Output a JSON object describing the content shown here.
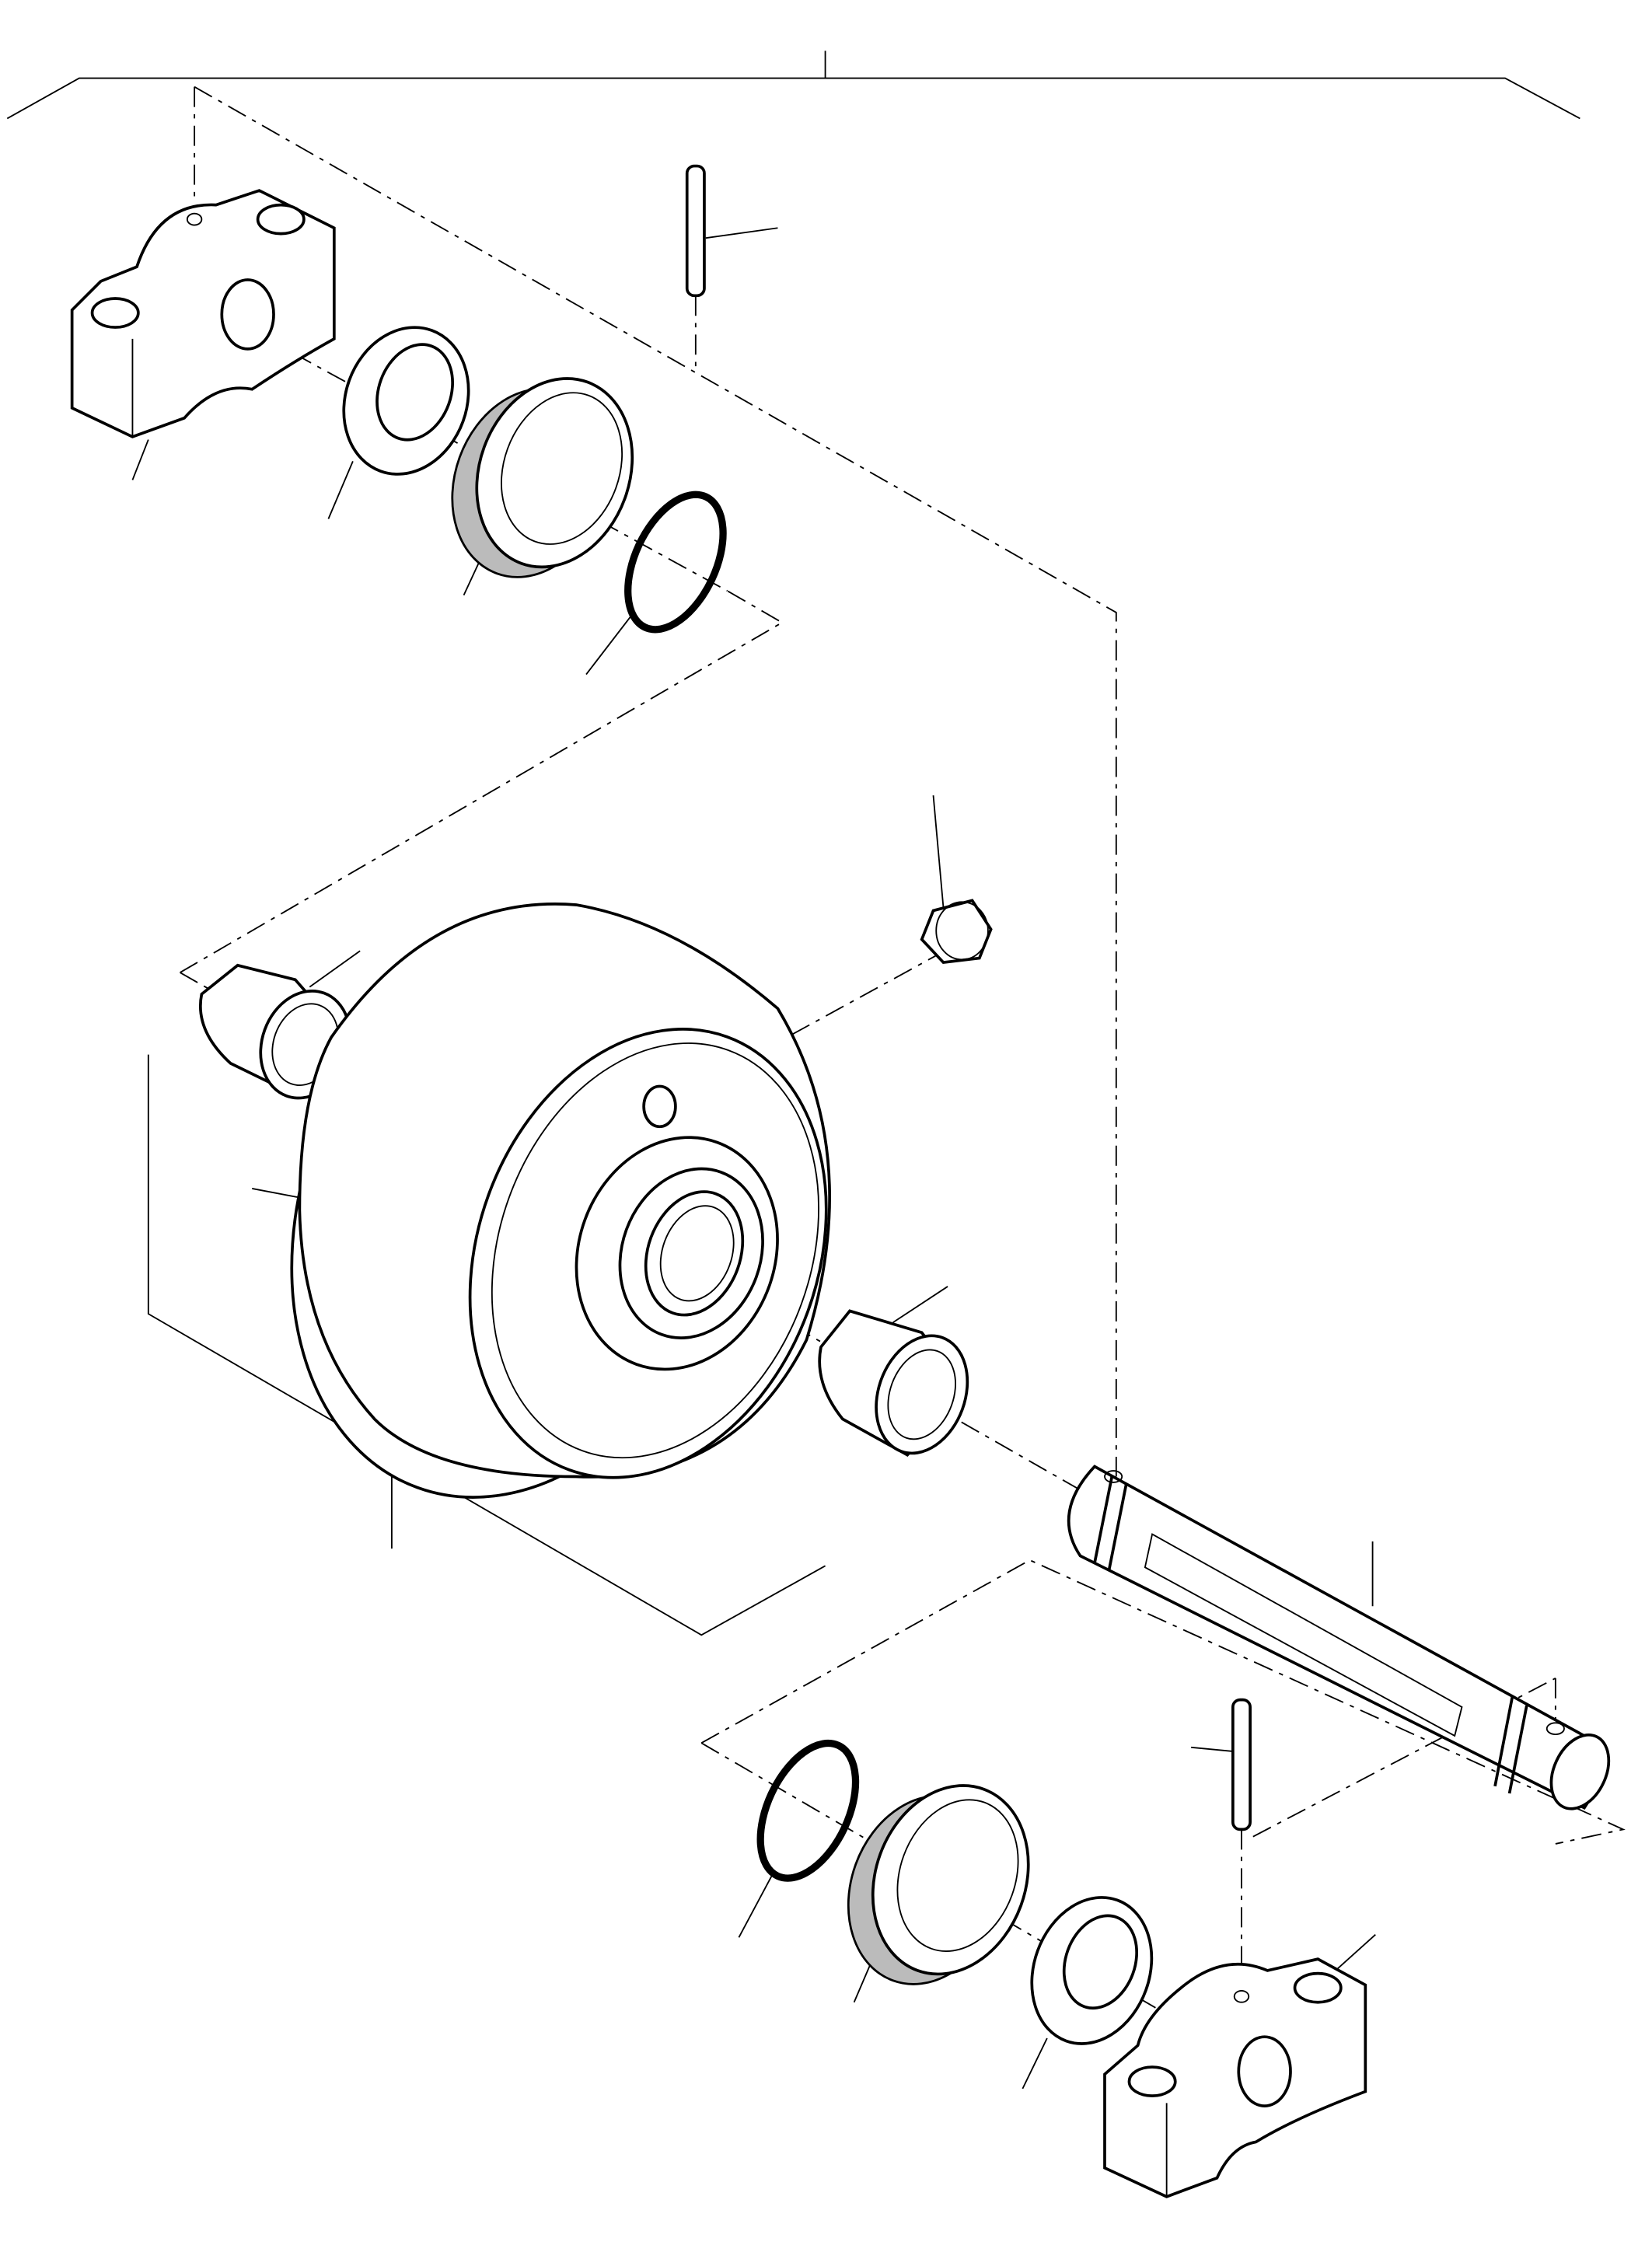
{
  "diagram": {
    "type": "exploded-parts-drawing",
    "line_color": "#000000",
    "background": "#ffffff",
    "parts": [
      "bracket-top",
      "washer-top",
      "seal-top",
      "o-ring-top",
      "pin-top",
      "bushing-left",
      "wheel",
      "plug",
      "bushing-right",
      "shaft",
      "pin-bottom",
      "o-ring-bottom",
      "seal-bottom",
      "washer-bottom",
      "bracket-bottom"
    ]
  }
}
